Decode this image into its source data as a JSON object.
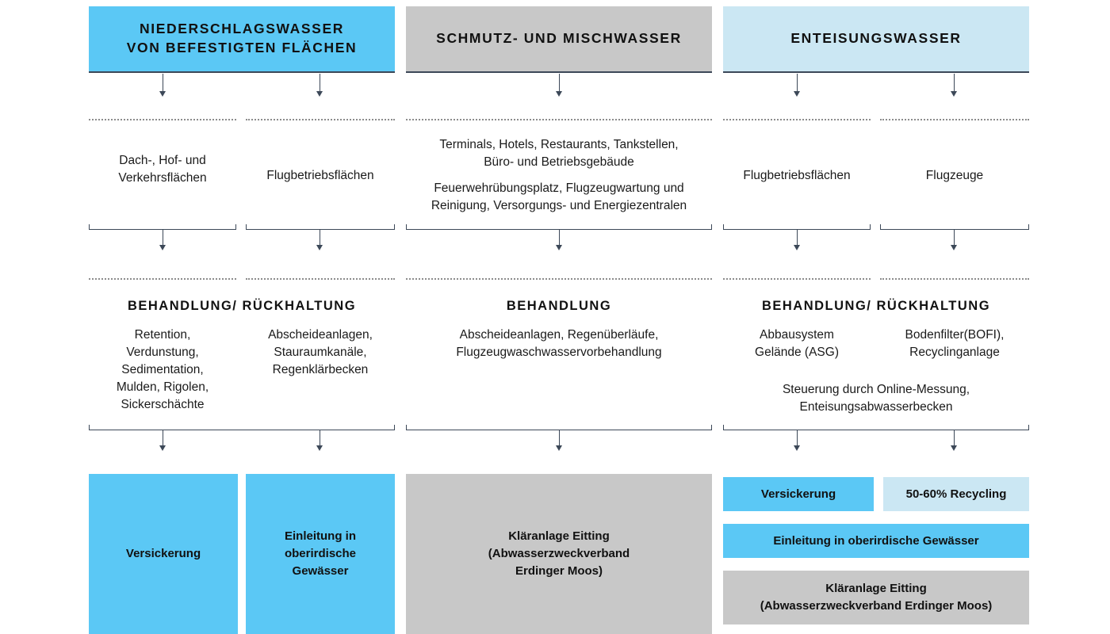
{
  "palette": {
    "bright_blue": "#5BC8F5",
    "light_blue": "#CBE7F3",
    "gray": "#C8C8C8",
    "line": "#3C4858",
    "dotted": "#8C8C8C"
  },
  "columns": [
    {
      "id": "niederschlagswasser",
      "header": "NIEDERSCHLAGSWASSER\nVON BEFESTIGTEN FLÄCHEN",
      "header_line_1": "NIEDERSCHLAGSWASSER",
      "header_line_2": "VON BEFESTIGTEN FLÄCHEN",
      "header_color": "bright_blue",
      "sources": [
        {
          "text": "Dach-, Hof- und\nVerkehrsflächen",
          "line_1": "Dach-, Hof- und",
          "line_2": "Verkehrsflächen"
        },
        {
          "text": "Flugbetriebsflächen",
          "line_1": "Flugbetriebsflächen",
          "line_2": ""
        }
      ],
      "treatment_title": "BEHANDLUNG/ RÜCKHALTUNG",
      "treatments": [
        {
          "text": "Retention, Verdunstung, Sedimentation, Mulden, Rigolen, Sickerschächte"
        },
        {
          "text": "Abscheideanlagen, Stauraumkanäle, Regenklärbecken"
        }
      ],
      "results": [
        {
          "label": "Versickerung",
          "color": "bright_blue"
        },
        {
          "label": "Einleitung in oberirdische Gewässer",
          "color": "bright_blue"
        }
      ]
    },
    {
      "id": "schmutz-und-mischwasser",
      "header": "SCHMUTZ- UND  MISCHWASSER",
      "header_line_1": "SCHMUTZ- UND  MISCHWASSER",
      "header_line_2": "",
      "header_color": "gray",
      "sources": [
        {
          "text": "Terminals, Hotels, Restaurants, Tankstellen, Büro- und Betriebsgebäude"
        },
        {
          "text": "Feuerwehrübungsplatz, Flugzeugwartung und Reinigung, Versorgungs- und Energiezentralen"
        }
      ],
      "treatment_title": "BEHANDLUNG",
      "treatments": [
        {
          "text": "Abscheideanlagen, Regenüberläufe, Flugzeugwaschwasservorbehandlung"
        }
      ],
      "results": [
        {
          "label": "Kläranlage Eitting (Abwasserzweckverband Erdinger Moos)",
          "color": "gray"
        }
      ]
    },
    {
      "id": "enteisungswasser",
      "header": "ENTEISUNGSWASSER",
      "header_line_1": "ENTEISUNGSWASSER",
      "header_line_2": "",
      "header_color": "light_blue",
      "sources": [
        {
          "text": "Flugbetriebsflächen"
        },
        {
          "text": "Flugzeuge"
        }
      ],
      "treatment_title": "BEHANDLUNG/ RÜCKHALTUNG",
      "treatments": [
        {
          "text": "Abbausystem Gelände (ASG)"
        },
        {
          "text": "Bodenfilter(BOFI), Recyclinganlage"
        },
        {
          "text": "Steuerung durch Online-Messung, Enteisungsabwasserbecken"
        }
      ],
      "results": [
        {
          "label": "Versickerung",
          "color": "bright_blue"
        },
        {
          "label": "50-60% Recycling",
          "color": "light_blue"
        },
        {
          "label": "Einleitung in oberirdische Gewässer",
          "color": "bright_blue"
        },
        {
          "label": "Kläranlage Eitting (Abwasserzweckverband Erdinger Moos)",
          "color": "gray"
        }
      ]
    }
  ],
  "col1": {
    "header_l1": "NIEDERSCHLAGSWASSER",
    "header_l2": "VON BEFESTIGTEN FLÄCHEN",
    "src_a_l1": "Dach-, Hof- und",
    "src_a_l2": "Verkehrsflächen",
    "src_b": "Flugbetriebsflächen",
    "treat_title": "BEHANDLUNG/ RÜCKHALTUNG",
    "treat_a_l1": "Retention,",
    "treat_a_l2": "Verdunstung,",
    "treat_a_l3": "Sedimentation,",
    "treat_a_l4": "Mulden, Rigolen,",
    "treat_a_l5": "Sickerschächte",
    "treat_b_l1": "Abscheideanlagen,",
    "treat_b_l2": "Stauraumkanäle,",
    "treat_b_l3": "Regenklärbecken",
    "res_a": "Versickerung",
    "res_b_l1": "Einleitung in",
    "res_b_l2": "oberirdische",
    "res_b_l3": "Gewässer"
  },
  "col2": {
    "header": "SCHMUTZ- UND  MISCHWASSER",
    "src_l1": "Terminals, Hotels, Restaurants, Tankstellen,",
    "src_l2": "Büro- und Betriebsgebäude",
    "src_l3": "Feuerwehrübungsplatz, Flugzeugwartung und",
    "src_l4": "Reinigung, Versorgungs- und Energiezentralen",
    "treat_title": "BEHANDLUNG",
    "treat_l1": "Abscheideanlagen, Regenüberläufe,",
    "treat_l2": "Flugzeugwaschwasservorbehandlung",
    "res_l1": "Kläranlage Eitting",
    "res_l2": "(Abwasserzweckverband",
    "res_l3": "Erdinger Moos)"
  },
  "col3": {
    "header": "ENTEISUNGSWASSER",
    "src_a": "Flugbetriebsflächen",
    "src_b": "Flugzeuge",
    "treat_title": "BEHANDLUNG/ RÜCKHALTUNG",
    "treat_a_l1": "Abbausystem",
    "treat_a_l2": "Gelände (ASG)",
    "treat_b_l1": "Bodenfilter(BOFI),",
    "treat_b_l2": "Recyclinganlage",
    "treat_c_l1": "Steuerung durch Online-Messung,",
    "treat_c_l2": "Enteisungsabwasserbecken",
    "res_a": "Versickerung",
    "res_b": "50-60% Recycling",
    "res_c": "Einleitung in oberirdische Gewässer",
    "res_d_l1": "Kläranlage Eitting",
    "res_d_l2": "(Abwasserzweckverband Erdinger Moos)"
  }
}
